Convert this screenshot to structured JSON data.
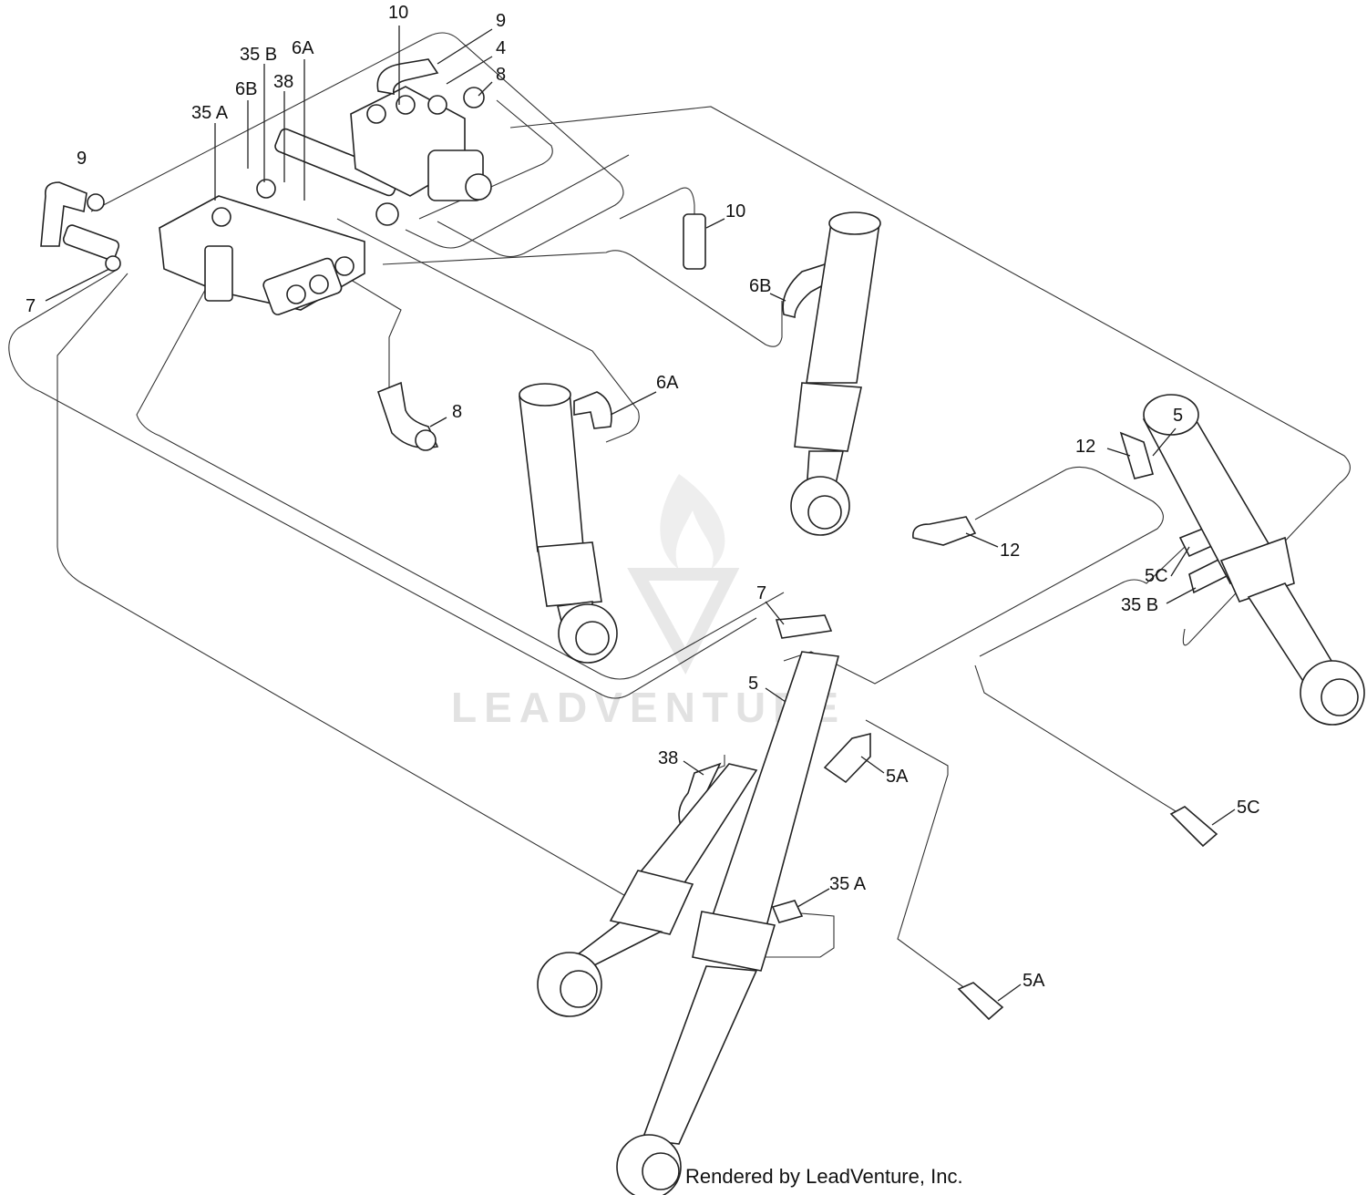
{
  "diagram": {
    "labels": [
      {
        "id": "lbl-10-top",
        "text": "10"
      },
      {
        "id": "lbl-9-top",
        "text": "9"
      },
      {
        "id": "lbl-4",
        "text": "4"
      },
      {
        "id": "lbl-8-top",
        "text": "8"
      },
      {
        "id": "lbl-35b-top",
        "text": "35 B"
      },
      {
        "id": "lbl-6a-top",
        "text": "6A"
      },
      {
        "id": "lbl-6b-top",
        "text": "6B"
      },
      {
        "id": "lbl-38-top",
        "text": "38"
      },
      {
        "id": "lbl-35a-top",
        "text": "35 A"
      },
      {
        "id": "lbl-9-left",
        "text": "9"
      },
      {
        "id": "lbl-7-left",
        "text": "7"
      },
      {
        "id": "lbl-10-mid",
        "text": "10"
      },
      {
        "id": "lbl-6b-mid",
        "text": "6B"
      },
      {
        "id": "lbl-8-mid",
        "text": "8"
      },
      {
        "id": "lbl-6a-mid",
        "text": "6A"
      },
      {
        "id": "lbl-5-right",
        "text": "5"
      },
      {
        "id": "lbl-12-a",
        "text": "12"
      },
      {
        "id": "lbl-12-b",
        "text": "12"
      },
      {
        "id": "lbl-5c-a",
        "text": "5C"
      },
      {
        "id": "lbl-35b-right",
        "text": "35 B"
      },
      {
        "id": "lbl-7-mid",
        "text": "7"
      },
      {
        "id": "lbl-5-bottom",
        "text": "5"
      },
      {
        "id": "lbl-38-bottom",
        "text": "38"
      },
      {
        "id": "lbl-5a-a",
        "text": "5A"
      },
      {
        "id": "lbl-5c-b",
        "text": "5C"
      },
      {
        "id": "lbl-35a-bottom",
        "text": "35 A"
      },
      {
        "id": "lbl-5a-b",
        "text": "5A"
      }
    ],
    "watermark": "LEADVENTURE",
    "footer": "Rendered by LeadVenture, Inc."
  }
}
